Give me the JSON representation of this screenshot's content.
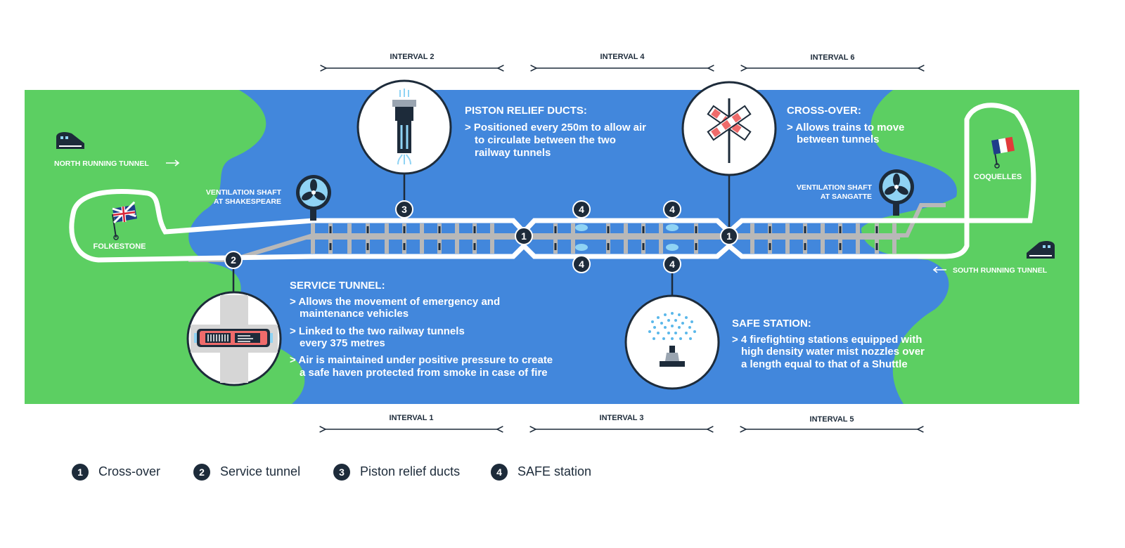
{
  "colors": {
    "land": "#5ccf62",
    "sea": "#4287dc",
    "navy": "#1d2b3a",
    "track": "#b8b8b8",
    "white": "#ffffff"
  },
  "intervals_top": [
    "INTERVAL 2",
    "INTERVAL 4",
    "INTERVAL 6"
  ],
  "intervals_bottom": [
    "INTERVAL 1",
    "INTERVAL 3",
    "INTERVAL 5"
  ],
  "tunnels": {
    "north": "NORTH RUNNING TUNNEL",
    "south": "SOUTH RUNNING TUNNEL"
  },
  "places": {
    "folkestone": "FOLKESTONE",
    "coquelles": "COQUELLES"
  },
  "shafts": {
    "shakespeare": [
      "VENTILATION SHAFT",
      "AT SHAKESPEARE"
    ],
    "sangatte": [
      "VENTILATION SHAFT",
      "AT SANGATTE"
    ]
  },
  "piston": {
    "title": "PISTON RELIEF DUCTS:",
    "lines": [
      "> Positioned every 250m to allow air",
      "to circulate between the two",
      "railway tunnels"
    ]
  },
  "crossover": {
    "title": "CROSS-OVER:",
    "lines": [
      "> Allows trains to move",
      "between tunnels"
    ]
  },
  "service": {
    "title": "SERVICE TUNNEL:",
    "items": [
      [
        "> Allows the movement of emergency and",
        "maintenance vehicles"
      ],
      [
        "> Linked to the two railway tunnels",
        "every 375 metres"
      ],
      [
        "> Air is maintained under positive pressure to create",
        "a safe haven protected from smoke in case of fire"
      ]
    ]
  },
  "safe": {
    "title": "SAFE STATION:",
    "lines": [
      "> 4 firefighting stations equipped with",
      "high density water mist nozzles over",
      "a length equal to that of a Shuttle"
    ]
  },
  "badges": [
    "1",
    "2",
    "3",
    "4"
  ],
  "legend": [
    {
      "num": "1",
      "label": "Cross-over"
    },
    {
      "num": "2",
      "label": "Service tunnel"
    },
    {
      "num": "3",
      "label": "Piston relief ducts"
    },
    {
      "num": "4",
      "label": "SAFE station"
    }
  ],
  "icons": [
    "train-icon",
    "uk-flag-icon",
    "france-flag-icon",
    "fan-icon",
    "duct-icon",
    "crossover-icon",
    "vehicle-icon",
    "sprinkler-icon"
  ]
}
